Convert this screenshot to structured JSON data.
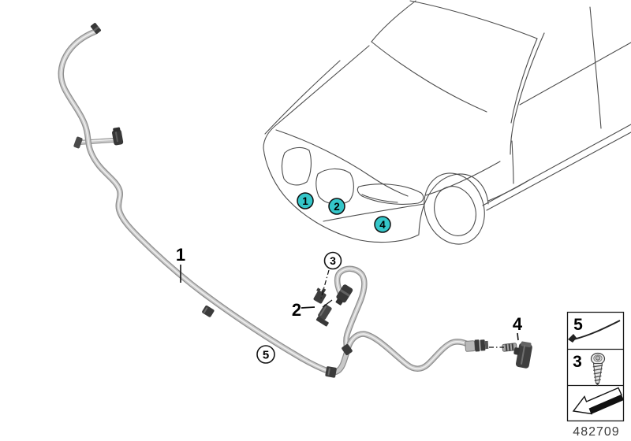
{
  "colors": {
    "marker_teal": "#34c6c9",
    "car_line": "#4d4d4d",
    "hose_outline": "#8e8e8e",
    "hose_fill": "#c8c8c8",
    "part_dark": "#3a3a3a"
  },
  "callouts": {
    "part1_label": "1",
    "part2_label": "2",
    "part3_circled_label": "3",
    "part4_label": "4",
    "part5_circled_label": "5"
  },
  "car_markers": [
    {
      "label": "1"
    },
    {
      "label": "2"
    },
    {
      "label": "4"
    }
  ],
  "legend": {
    "rows": [
      {
        "label": "5",
        "icon": "cable-tie-icon"
      },
      {
        "label": "3",
        "icon": "screw-icon"
      },
      {
        "label": "",
        "icon": "direction-arrow-icon"
      }
    ]
  },
  "footer": {
    "diagram_number": "482709"
  }
}
